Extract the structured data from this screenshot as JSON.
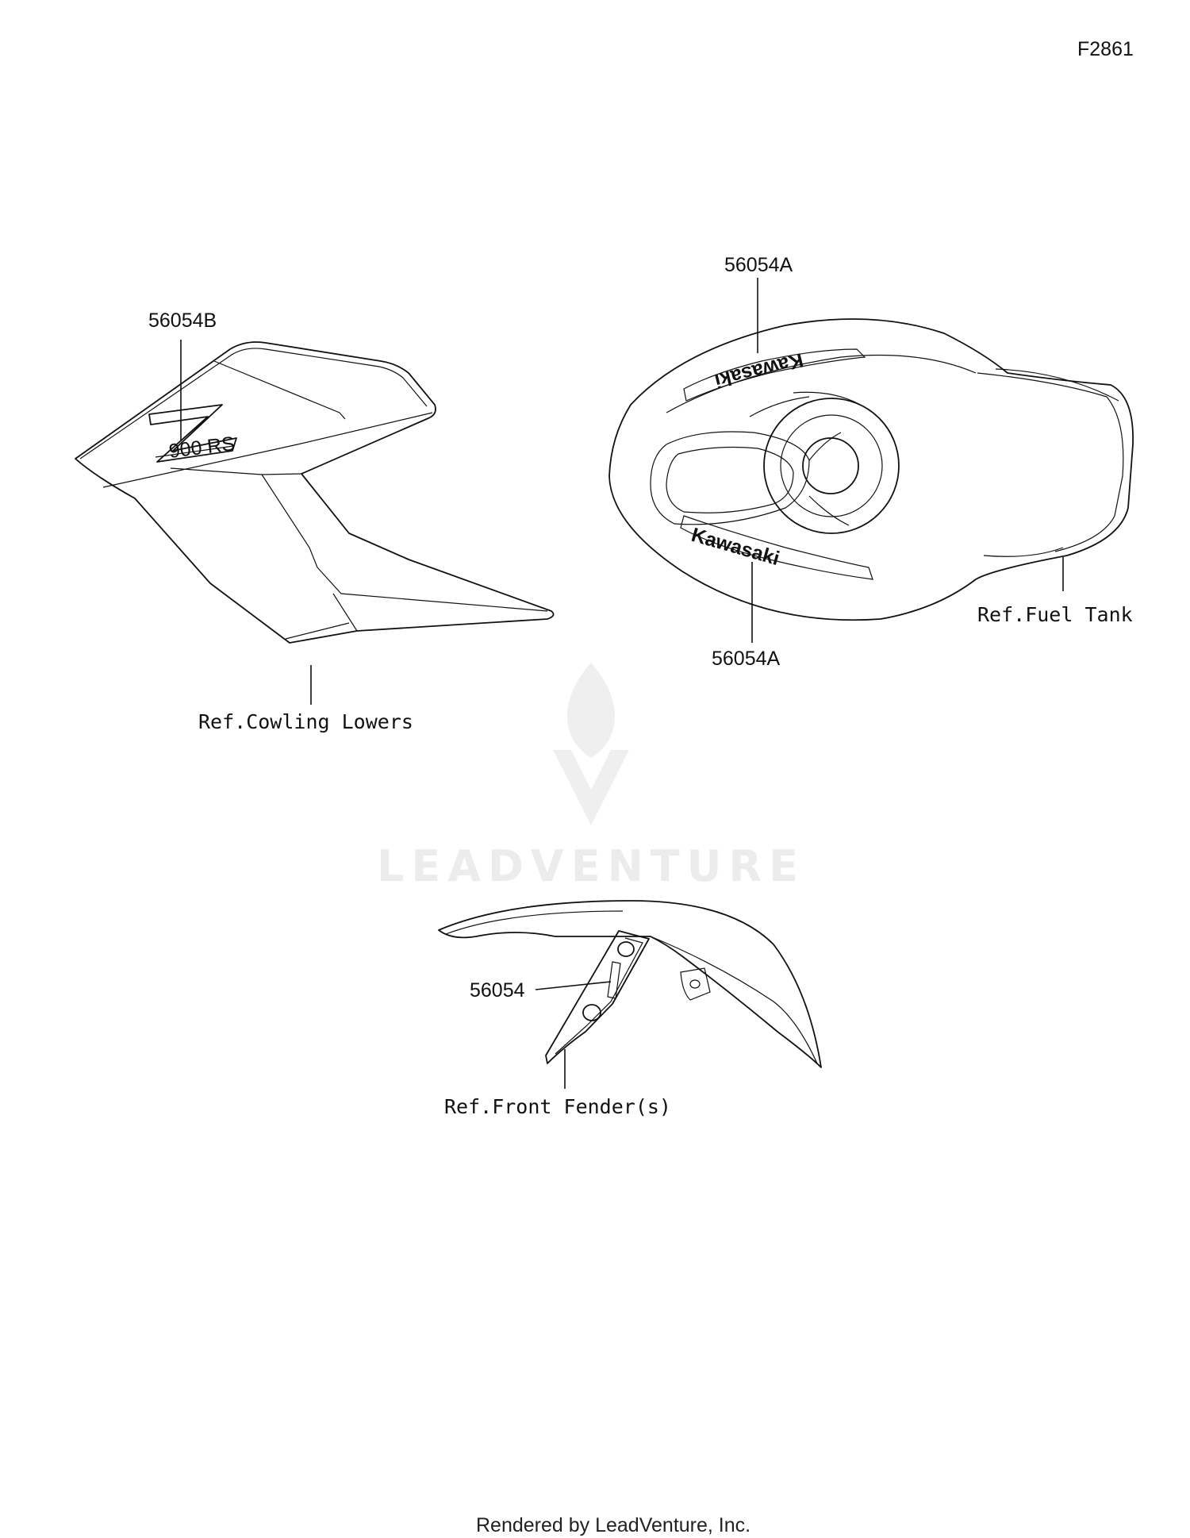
{
  "figure_code": "F2861",
  "watermark": "LEADVENTURE",
  "footer": "Rendered by LeadVenture, Inc.",
  "parts": [
    {
      "number": "56054B",
      "ref": "Ref.Cowling Lowers"
    },
    {
      "number": "56054A",
      "ref": "Ref.Fuel Tank"
    },
    {
      "number": "56054A"
    },
    {
      "number": "56054",
      "ref": "Ref.Front Fender(s)"
    }
  ],
  "decals": {
    "tank_logo_top": "Kawasaki",
    "tank_logo_bottom": "Kawasaki",
    "cowl_badge": "Z",
    "cowl_badge_sub": "900 RS"
  }
}
